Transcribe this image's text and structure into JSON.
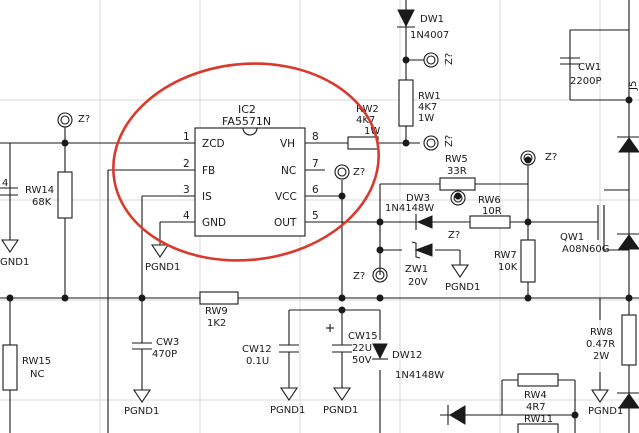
{
  "ic": {
    "ref": "IC2",
    "part": "FA5571N",
    "pins": [
      {
        "num": "1",
        "name": "ZCD"
      },
      {
        "num": "2",
        "name": "FB"
      },
      {
        "num": "3",
        "name": "IS"
      },
      {
        "num": "4",
        "name": "GND"
      },
      {
        "num": "5",
        "name": "OUT"
      },
      {
        "num": "6",
        "name": "VCC"
      },
      {
        "num": "7",
        "name": "NC"
      },
      {
        "num": "8",
        "name": "VH"
      }
    ]
  },
  "components": {
    "dw1": {
      "ref": "DW1",
      "value": "1N4007"
    },
    "rw1": {
      "ref": "RW1",
      "value": "4K7",
      "rating": "1W"
    },
    "rw2": {
      "ref": "RW2",
      "value": "4K7",
      "rating": "1W"
    },
    "rw5": {
      "ref": "RW5",
      "value": "33R"
    },
    "rw6": {
      "ref": "RW6",
      "value": "10R"
    },
    "rw7": {
      "ref": "RW7",
      "value": "10K"
    },
    "rw8": {
      "ref": "RW8",
      "value": "0.47R",
      "rating": "2W"
    },
    "rw9": {
      "ref": "RW9",
      "value": "1K2"
    },
    "rw14": {
      "ref": "RW14",
      "value": "68K"
    },
    "rw15": {
      "ref": "RW15",
      "value": "NC"
    },
    "rw4": {
      "ref": "RW4",
      "value": "4R7"
    },
    "rw11": {
      "ref": "RW11"
    },
    "dw3": {
      "ref": "DW3",
      "value": "1N4148W"
    },
    "dw12": {
      "ref": "DW12",
      "value": "1N4148W"
    },
    "zw1": {
      "ref": "ZW1",
      "value": "20V"
    },
    "cw1": {
      "ref": "CW1",
      "value": "2200P"
    },
    "cw3": {
      "ref": "CW3",
      "value": "470P"
    },
    "cw12": {
      "ref": "CW12",
      "value": "0.1U"
    },
    "cw15": {
      "ref": "CW15",
      "value": "22U",
      "rating": "50V"
    },
    "cw4_partial": {
      "ref": "4"
    },
    "qw1": {
      "ref": "QW1",
      "value": "A08N60G"
    }
  },
  "grounds": {
    "label": "PGND1",
    "left_cut": "PGND1"
  },
  "test_points": {
    "label": "Z?"
  },
  "partial_labels": {
    "cw1_value2": "J5"
  },
  "colors": {
    "highlight": "#d93a2e",
    "ink": "#1a1a1a"
  }
}
